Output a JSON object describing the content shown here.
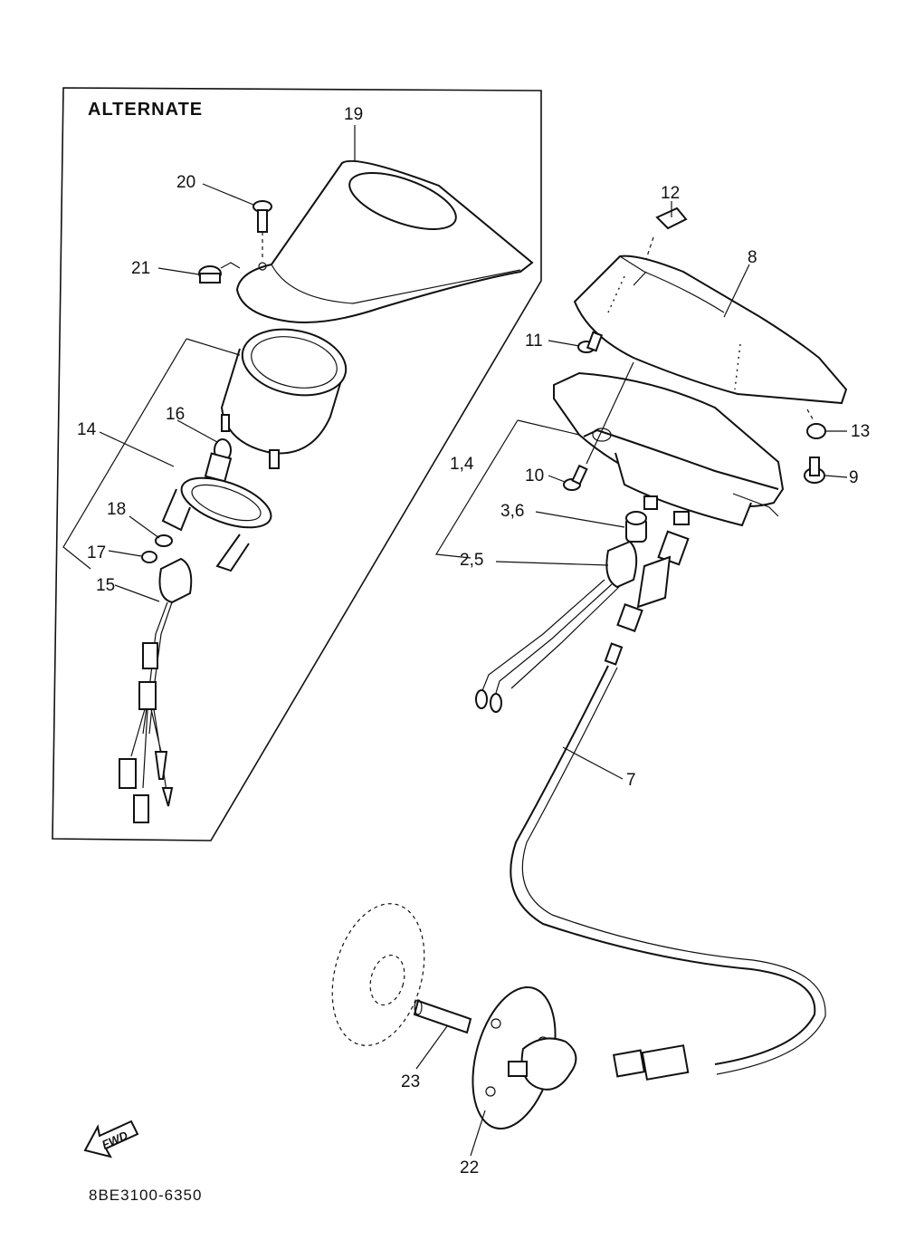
{
  "diagram": {
    "alternate_heading": "ALTERNATE",
    "part_code": "8BE3100-6350",
    "direction_arrow": "FWD",
    "callouts": {
      "p1_4": "1,4",
      "p2_5": "2,5",
      "p3_6": "3,6",
      "p7": "7",
      "p8": "8",
      "p9": "9",
      "p10": "10",
      "p11": "11",
      "p12": "12",
      "p13": "13",
      "p14": "14",
      "p15": "15",
      "p16": "16",
      "p17": "17",
      "p18": "18",
      "p19": "19",
      "p20": "20",
      "p21": "21",
      "p22": "22",
      "p23": "23"
    }
  }
}
